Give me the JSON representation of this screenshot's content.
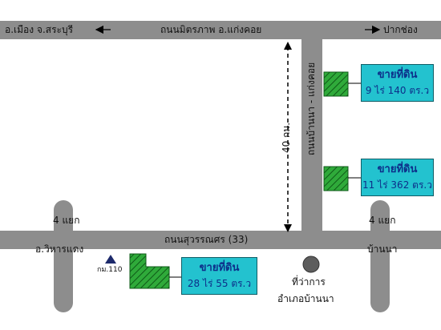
{
  "roads": {
    "top": {
      "name": "ถนนมิตรภาพ อ.แก่งคอย",
      "left_dest": "อ.เมือง จ.สระบุรี",
      "right_dest": "ปากช่อง"
    },
    "bottom": {
      "name": "ถนนสุวรรณศร (33)"
    },
    "vertical": {
      "name": "ถนนบ้านนา - แก่งคอย"
    },
    "distance": "40 กม.",
    "left_junction": {
      "line1": "4 แยก",
      "line2": "อ.วิหารแดง"
    },
    "right_junction": {
      "line1": "4 แยก",
      "line2": "บ้านนา"
    }
  },
  "km_marker": "กม.110",
  "district_office": {
    "line1": "ที่ว่าการ",
    "line2": "อำเภอบ้านนา"
  },
  "plots": [
    {
      "title": "ขายที่ดิน",
      "size": "9 ไร่ 140 ตร.ว"
    },
    {
      "title": "ขายที่ดิน",
      "size": "11 ไร่ 362 ตร.ว"
    },
    {
      "title": "ขายที่ดิน",
      "size": "28 ไร่ 55 ตร.ว"
    }
  ],
  "colors": {
    "road": "#8d8d8d",
    "label_box": "#23c2cf",
    "label_text": "#0d2f8a",
    "plot_fill": "#2faa3a",
    "plot_hatch": "#0f5a18"
  }
}
